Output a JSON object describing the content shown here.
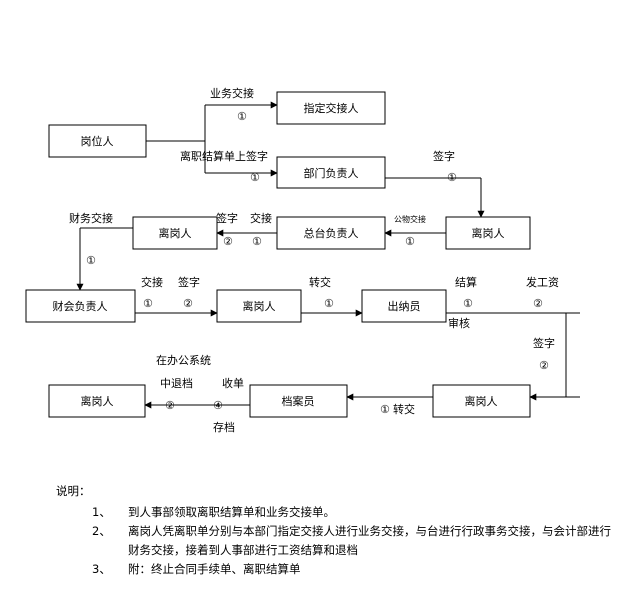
{
  "boxes": {
    "gangwei": "岗位人",
    "zhiding": "指定交接人",
    "bumen": "部门负责人",
    "ligang1": "离岗人",
    "zongtai": "总台负责人",
    "ligang2": "离岗人",
    "caihui": "财会负责人",
    "ligang3": "离岗人",
    "chuna": "出纳员",
    "ligang4": "离岗人",
    "dangan": "档案员",
    "ligang5": "离岗人"
  },
  "labels": {
    "yewu": "业务交接",
    "lizhi": "离职结算单上签字",
    "qianzi_top": "签字",
    "gongwu": "公物交接",
    "qianzi_mid": "签字",
    "jiaojie_mid": "交接",
    "caiwu": "财务交接",
    "jiaojie_row4": "交接",
    "qianzi_row4": "签字",
    "zhuanjiao_row4": "转交",
    "jiesuan": "结算",
    "fagongzi": "发工资",
    "shenhe": "审核",
    "qianzi_right": "签字",
    "zhuanjiao_row5": "转交",
    "shoudan": "收单",
    "cundang": "存档",
    "oa_line1": "在办公系统",
    "oa_line2": "中退档"
  },
  "marks": {
    "c1": "①",
    "c2": "②",
    "c4": "④"
  },
  "notes": {
    "title": "说明：",
    "items": [
      {
        "num": "1、",
        "text": "到人事部领取离职结算单和业务交接单。"
      },
      {
        "num": "2、",
        "text": "离岗人凭离职单分别与本部门指定交接人进行业务交接，与台进行行政事务交接，与会计部进行财务交接，接着到人事部进行工资结算和退档"
      },
      {
        "num": "3、",
        "text": "附：终止合同手续单、离职结算单"
      }
    ]
  }
}
